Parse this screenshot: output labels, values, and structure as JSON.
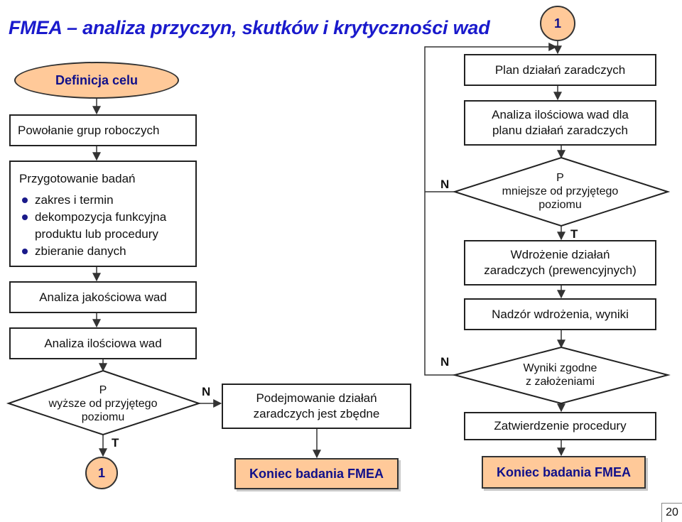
{
  "title": "FMEA – analiza przyczyn, skutków i krytyczności wad",
  "left": {
    "start": "Definicja celu",
    "groups": "Powołanie grup roboczych",
    "prep_head": "Przygotowanie badań",
    "prep_items": [
      "zakres i termin",
      "dekompozycja funkcyjna",
      "produktu lub procedury",
      "zbieranie danych"
    ],
    "qual": "Analiza jakościowa wad",
    "quant": "Analiza ilościowa wad",
    "decision": [
      "P",
      "wyższe od przyjętego",
      "poziomu"
    ],
    "yes": "T",
    "no": "N",
    "connector": "1"
  },
  "middle": {
    "action": [
      "Podejmowanie działań",
      "zaradczych jest zbędne"
    ],
    "end": "Koniec badania FMEA"
  },
  "right": {
    "connector": "1",
    "plan": "Plan działań zaradczych",
    "quant": [
      "Analiza ilościowa wad dla",
      "planu działań zaradczych"
    ],
    "decision": [
      "P",
      "mniejsze od przyjętego",
      "poziomu"
    ],
    "no1": "N",
    "yes1": "T",
    "impl": [
      "Wdrożenie działań",
      "zaradczych (prewencyjnych)"
    ],
    "supervise": "Nadzór wdrożenia, wyniki",
    "decision2": [
      "Wyniki zgodne",
      "z założeniami"
    ],
    "no2": "N",
    "approve": "Zatwierdzenie procedury",
    "end": "Koniec badania FMEA"
  },
  "page_number": "20",
  "colors": {
    "title": "#1a1acc",
    "terminator_fill": "#ffc999",
    "terminator_text": "#10108a",
    "line": "#333333"
  }
}
